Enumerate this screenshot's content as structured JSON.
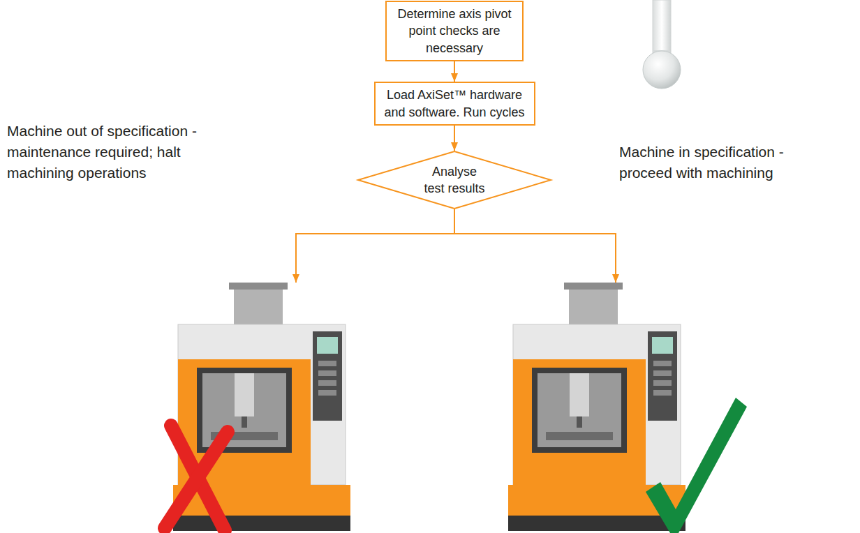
{
  "diagram": {
    "nodes": [
      {
        "text": [
          "Determine axis pivot point checks are necessary"
        ]
      },
      {
        "text": [
          "Load AxiSet™ hardware and software. Run cycles"
        ]
      },
      {
        "text": [
          "Analyse test results"
        ]
      },
      {
        "text": [
          "Machine out of specification - maintenance required; halt machining operations"
        ]
      },
      {
        "text": [
          "Machine in specification - proceed with machining"
        ]
      }
    ],
    "edges": [
      {
        "from": 0,
        "to": 1,
        "arrow": "to"
      },
      {
        "from": 1,
        "to": 2,
        "arrow": "to"
      },
      {
        "from": 2,
        "to": 3,
        "arrow": "to"
      },
      {
        "from": 2,
        "to": 4,
        "arrow": "to"
      }
    ]
  }
}
